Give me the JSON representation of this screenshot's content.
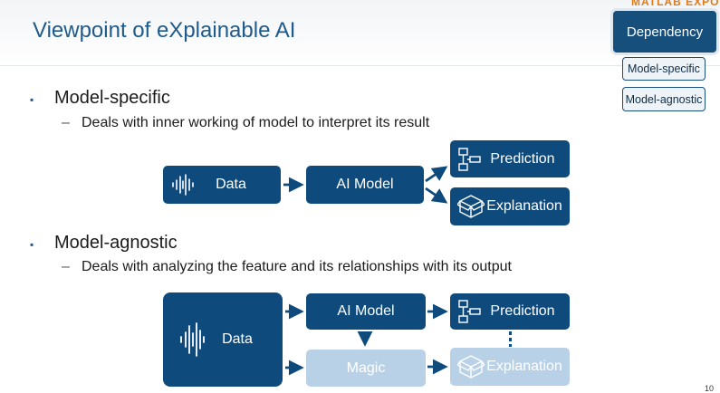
{
  "header": {
    "title": "Viewpoint of eXplainable AI",
    "brand": "MATLAB EXPO"
  },
  "tags": {
    "dependency": "Dependency",
    "model_specific": "Model-specific",
    "model_agnostic": "Model-agnostic"
  },
  "section1": {
    "bullet": "▪",
    "heading": "Model-specific",
    "dash": "–",
    "desc": "Deals with inner working of model to interpret its result",
    "boxes": {
      "data": "Data",
      "model": "AI Model",
      "prediction": "Prediction",
      "explanation": "Explanation"
    }
  },
  "section2": {
    "bullet": "▪",
    "heading": "Model-agnostic",
    "dash": "–",
    "desc": "Deals with analyzing the feature and its relationships with its output",
    "boxes": {
      "data": "Data",
      "model": "AI Model",
      "prediction": "Prediction",
      "magic": "Magic",
      "explanation": "Explanation"
    }
  },
  "page_number": "10",
  "colors": {
    "title": "#1e5a8c",
    "box": "#0e4b7c",
    "faded": "#b9d1e7"
  },
  "icons": [
    "waveform-icon",
    "flowchart-icon",
    "cube-icon",
    "arrow-icon"
  ]
}
